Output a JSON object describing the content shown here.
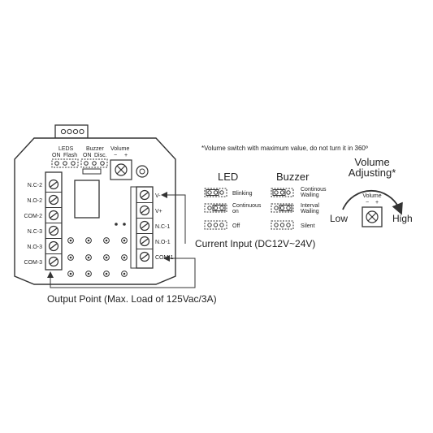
{
  "board": {
    "leds_label": "LEDS",
    "leds_on": "ON",
    "leds_flash": "Flash",
    "buzzer_label": "Buzzer",
    "buzzer_on": "ON",
    "buzzer_disc": "Disc.",
    "volume_label": "Volume",
    "volume_minus": "−",
    "volume_plus": "+",
    "left_terminals": [
      "N.C-2",
      "N.O-2",
      "COM-2",
      "N.C-3",
      "N.O-3",
      "COM-3"
    ],
    "right_terminals": [
      "V-",
      "V+",
      "N.C-1",
      "N.O-1",
      "COM-1"
    ]
  },
  "callouts": {
    "current_input": "Current Input (DC12V~24V)",
    "output_point": "Output Point (Max. Load of 125Vac/3A)"
  },
  "note": "*Volume switch with maximum value, do not turn it in 360º",
  "led_legend": {
    "title": "LED",
    "items": [
      "Blinking",
      "Continuous on",
      "Off"
    ]
  },
  "buzzer_legend": {
    "title": "Buzzer",
    "items": [
      "Continous Wailing",
      "Interval Wailing",
      "Silent"
    ]
  },
  "volume_adjust": {
    "title": "Volume Adjusting*",
    "knob_label": "Volume",
    "minus": "−",
    "plus": "+",
    "low": "Low",
    "high": "High"
  }
}
